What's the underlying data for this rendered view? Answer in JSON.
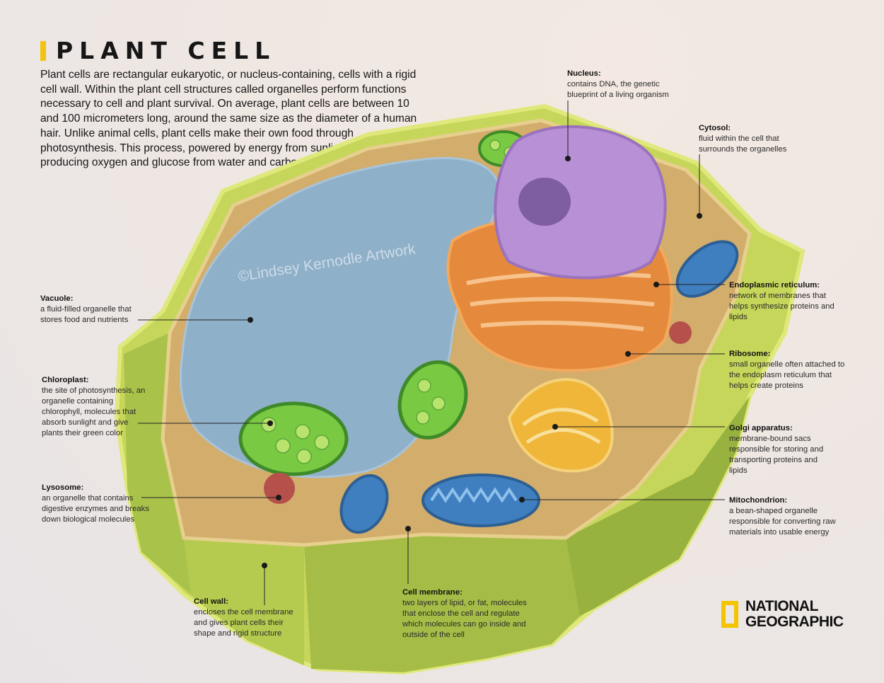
{
  "title": "PLANT CELL",
  "intro": "Plant cells are rectangular eukaryotic, or nucleus-containing, cells with a rigid cell wall. Within the plant cell structures called organelles perform functions necessary to cell and plant survival. On average, plant cells are between 10 and 100 micrometers long, around the same size as the diameter of a human hair. Unlike animal cells, plant cells make their own food through photosynthesis. This process, powered by energy from sunlight, involves producing oxygen and glucose from water and carbon dioxide.",
  "watermark": "©Lindsey Kernodle Artwork",
  "labels": {
    "nucleus": {
      "heading": "Nucleus:",
      "text": "contains DNA, the genetic blueprint of a living organism"
    },
    "cytosol": {
      "heading": "Cytosol:",
      "text": "fluid within the cell that surrounds the organelles"
    },
    "vacuole": {
      "heading": "Vacuole:",
      "text": "a fluid-filled organelle that stores food and nutrients"
    },
    "chloroplast": {
      "heading": "Chloroplast:",
      "text": "the site of photosynthesis, an organelle containing chlorophyll, molecules that absorb sunlight and give plants their green color"
    },
    "er": {
      "heading": "Endoplasmic reticulum:",
      "text": "network of membranes that helps synthesize proteins and lipids"
    },
    "ribosome": {
      "heading": "Ribosome:",
      "text": "small organelle often attached to the endoplasm reticulum that helps create proteins"
    },
    "golgi": {
      "heading": "Golgi apparatus:",
      "text": "membrane-bound sacs responsible for storing and transporting proteins and lipids"
    },
    "lysosome": {
      "heading": "Lysosome:",
      "text": "an organelle that contains digestive enzymes and breaks down biological molecules"
    },
    "mitochondrion": {
      "heading": "Mitochondrion:",
      "text": "a bean-shaped organelle responsible for converting raw materials into usable energy"
    },
    "cellwall": {
      "heading": "Cell wall:",
      "text": "encloses the cell membrane and gives plant cells their shape and rigid structure"
    },
    "membrane": {
      "heading": "Cell membrane:",
      "text": "two layers of lipid, or fat, molecules that enclose the cell and regulate which molecules can go inside and outside of the cell"
    }
  },
  "logo": {
    "line1": "NATIONAL",
    "line2": "GEOGRAPHIC"
  },
  "colors": {
    "accent": "#f2c40f",
    "wall": "#c9d860",
    "vacuole": "#8fb0c9",
    "nucleus": "#b890d6",
    "er": "#e58a3c",
    "golgi": "#f0b63a",
    "mitochondria": "#3f7fc0",
    "chloroplast": "#7ac943"
  }
}
